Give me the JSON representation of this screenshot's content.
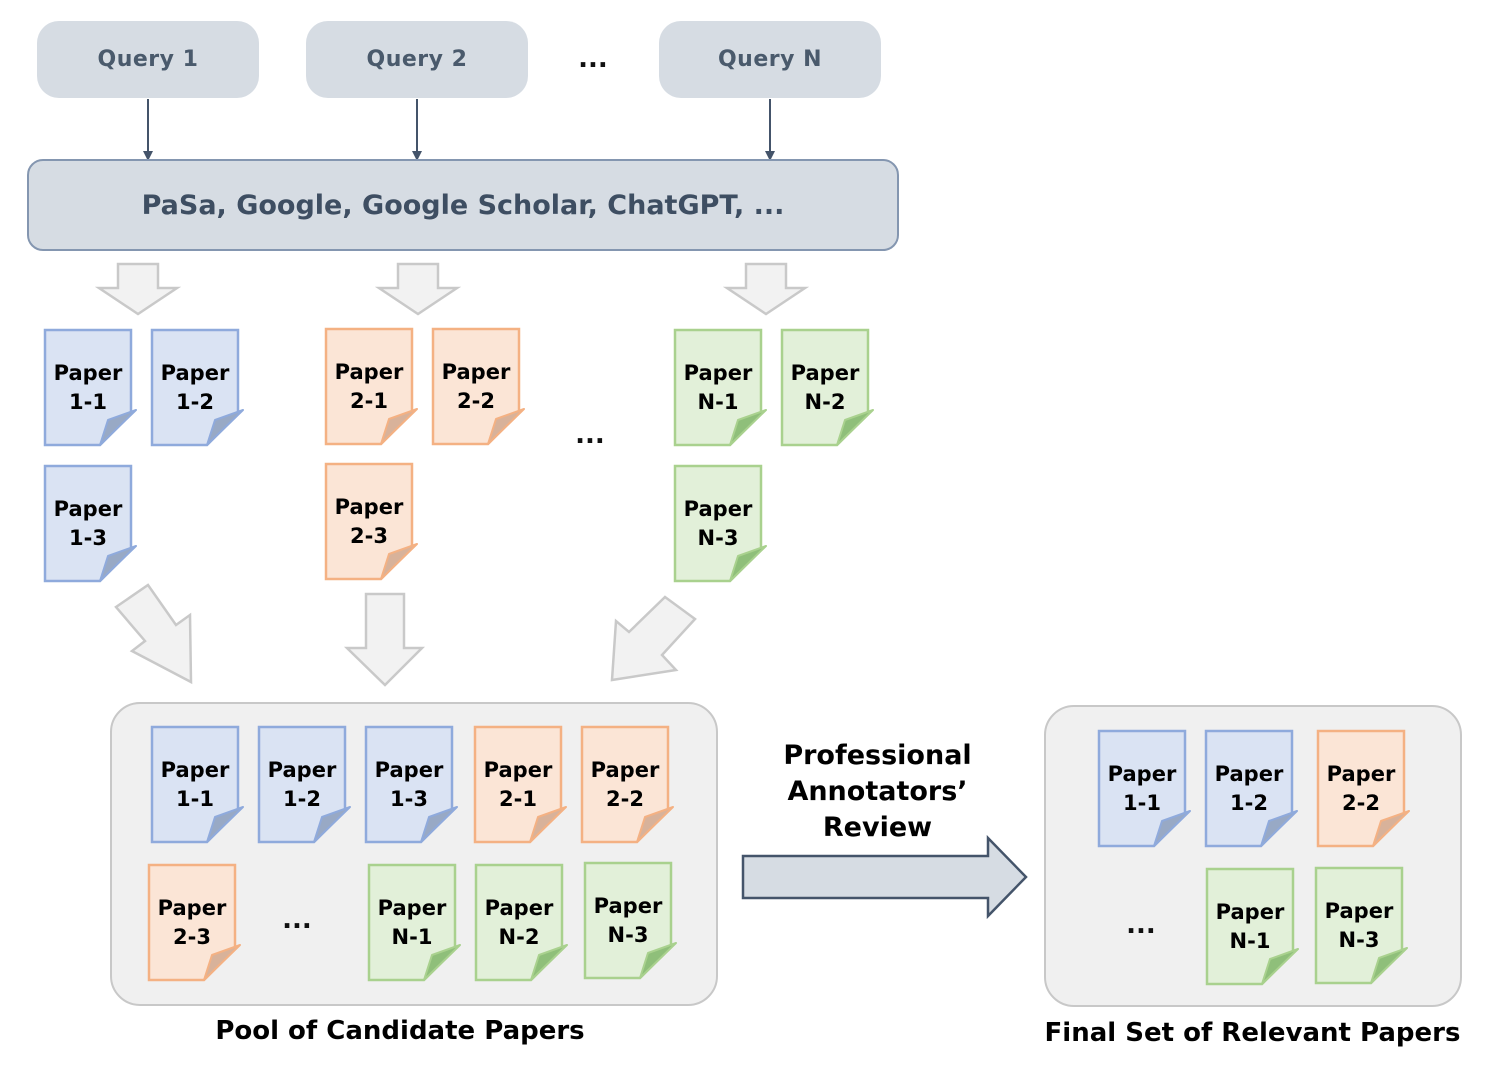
{
  "queries": [
    "Query 1",
    "Query 2",
    "Query N"
  ],
  "query_ellipsis": "...",
  "search_engines": "PaSa, Google, Google Scholar, ChatGPT, ...",
  "colors": {
    "blue": {
      "fill": "#dae3f3",
      "stroke": "#8faadc",
      "fold": "#98a9c5"
    },
    "orange": {
      "fill": "#fbe5d6",
      "stroke": "#f4b183",
      "fold": "#d8b29a"
    },
    "green": {
      "fill": "#e2f0d9",
      "stroke": "#a9d18e",
      "fold": "#8fbf7a"
    },
    "query_box": "#d6dce3",
    "arrow_gray": "#d9d9d9"
  },
  "paper_word": "Paper",
  "retrieved": {
    "query1": [
      "1-1",
      "1-2",
      "1-3"
    ],
    "query2": [
      "2-1",
      "2-2",
      "2-3"
    ],
    "ellipsis": "...",
    "queryN": [
      "N-1",
      "N-2",
      "N-3"
    ]
  },
  "pool": {
    "papers": [
      "1-1",
      "1-2",
      "1-3",
      "2-1",
      "2-2",
      "2-3",
      "N-1",
      "N-2",
      "N-3"
    ],
    "ellipsis": "...",
    "caption": "Pool of Candidate Papers"
  },
  "review_label": [
    "Professional",
    "Annotators’",
    "Review"
  ],
  "final": {
    "papers": [
      "1-1",
      "1-2",
      "2-2",
      "N-1",
      "N-3"
    ],
    "ellipsis": "...",
    "caption": "Final Set of Relevant Papers"
  }
}
